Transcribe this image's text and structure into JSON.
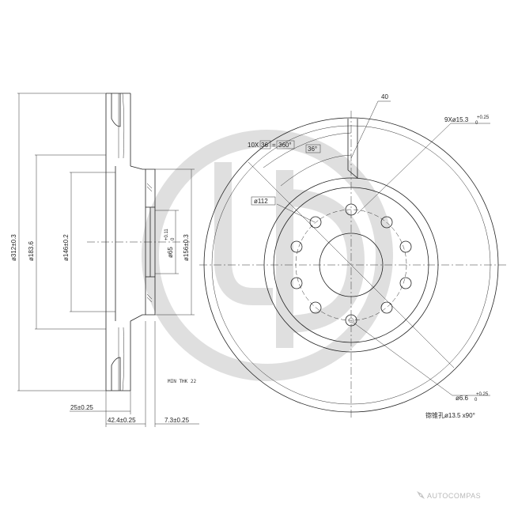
{
  "side_view": {
    "dim_outer_diameter": "ø312±0.3",
    "dim_183": "ø183.6",
    "dim_146": "ø146±0.2",
    "dim_bore": "ø65",
    "dim_bore_tol_upper": "+0.11",
    "dim_bore_tol_lower": "0",
    "dim_hat": "ø156±0.3",
    "dim_thickness": "25±0.25",
    "dim_offset": "42.4±0.25",
    "dim_hat_thk": "7.3±0.25",
    "min_thk": "MIN THK 22"
  },
  "front_view": {
    "callout_40": "40",
    "bolt_holes": "9Xø15.3",
    "bolt_holes_tol_upper": "+0.25",
    "bolt_holes_tol_lower": "0",
    "angle_pattern_prefix": "10X",
    "angle_pattern_value": "36",
    "angle_pattern_total": "360°",
    "angle_single": "36°",
    "pcd": "ø112",
    "small_hole": "ø6.6",
    "small_hole_tol_upper": "+0.25",
    "small_hole_tol_lower": "0",
    "countersink_note": "锪锥孔ø13.5 x90°"
  },
  "watermark": {
    "brand": "AUTOCOMPAS"
  }
}
